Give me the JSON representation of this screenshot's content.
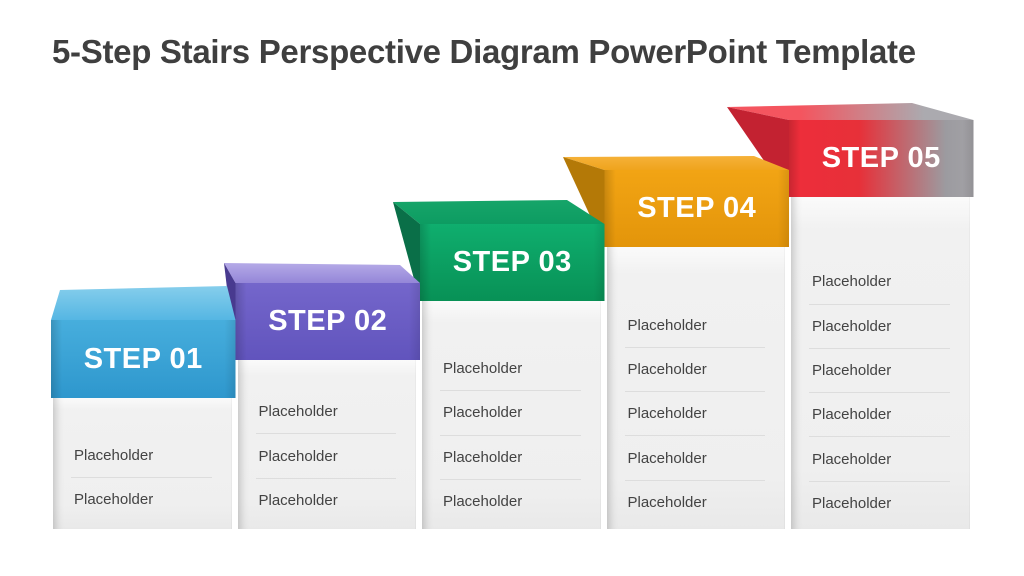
{
  "title": {
    "text": "5-Step Stairs Perspective Diagram PowerPoint Template",
    "color": "#3f3f3f"
  },
  "placeholder_divider_color": "#dddddd",
  "body_color": "#efefef",
  "text_color": "#434343",
  "steps": [
    {
      "label": "STEP 01",
      "placeholders": [
        "Placeholder",
        "Placeholder"
      ],
      "colors": {
        "top_a": "#86ceec",
        "top_b": "#55b6e3",
        "front_a": "#47aedd",
        "front_b": "#2e97cd"
      }
    },
    {
      "label": "STEP 02",
      "placeholders": [
        "Placeholder",
        "Placeholder",
        "Placeholder"
      ],
      "colors": {
        "top_a": "#b5aae7",
        "top_b": "#9486d8",
        "front_a": "#7466cb",
        "front_b": "#6154bd",
        "side": "#483a8f"
      }
    },
    {
      "label": "STEP 03",
      "placeholders": [
        "Placeholder",
        "Placeholder",
        "Placeholder",
        "Placeholder"
      ],
      "colors": {
        "top_a": "#16a569",
        "top_b": "#0d9c62",
        "front_a": "#0fae6e",
        "front_b": "#089156",
        "side": "#0a6f48"
      }
    },
    {
      "label": "STEP 04",
      "placeholders": [
        "Placeholder",
        "Placeholder",
        "Placeholder",
        "Placeholder",
        "Placeholder"
      ],
      "colors": {
        "top_a": "#f6b239",
        "top_b": "#efa41d",
        "front_a": "#f2a414",
        "front_b": "#e3950a",
        "side": "#b47907"
      }
    },
    {
      "label": "STEP 05",
      "placeholders": [
        "Placeholder",
        "Placeholder",
        "Placeholder",
        "Placeholder",
        "Placeholder",
        "Placeholder"
      ],
      "colors": {
        "top_red": "#f4555f",
        "top_gray": "#abaaaf",
        "front_red": "#ee2d3a",
        "front_red2": "#e73039",
        "front_gray": "#9c9ba0",
        "front_gray2": "#a3a2a6",
        "side": "#c32231"
      }
    }
  ]
}
